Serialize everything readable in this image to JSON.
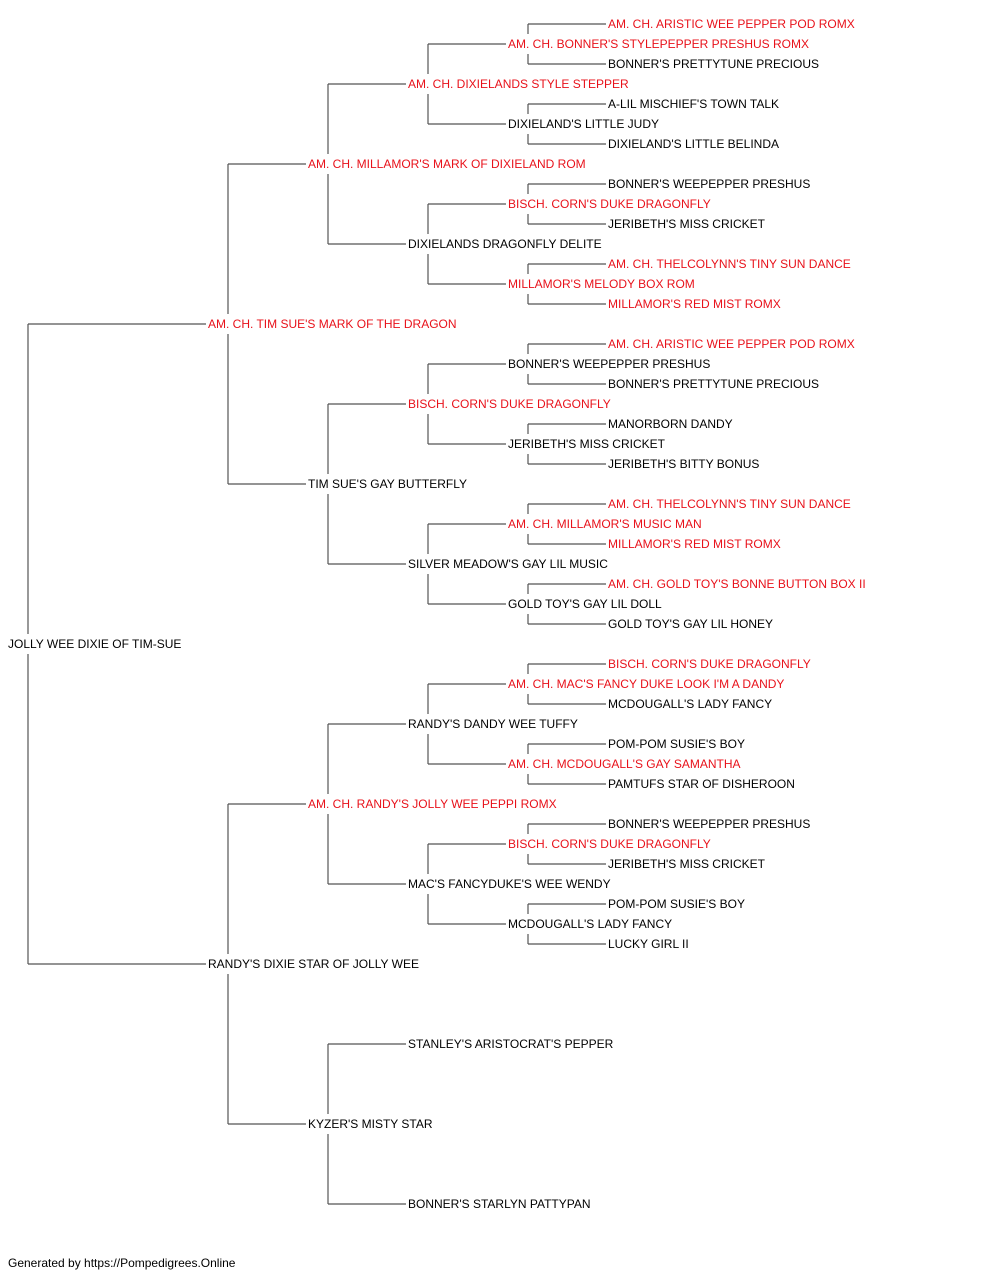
{
  "colors": {
    "champion": "#e8111a",
    "normal": "#000000",
    "line": "#555555"
  },
  "pedigree": {
    "name": "JOLLY WEE DIXIE OF TIM-SUE",
    "champion": false,
    "sire": {
      "name": "AM. CH. TIM SUE'S MARK OF THE DRAGON",
      "champion": true,
      "sire": {
        "name": "AM. CH. MILLAMOR'S MARK OF DIXIELAND ROM",
        "champion": true,
        "sire": {
          "name": "AM. CH. DIXIELANDS STYLE STEPPER",
          "champion": true,
          "sire": {
            "name": "AM. CH. BONNER'S STYLEPEPPER PRESHUS ROMX",
            "champion": true,
            "sire": {
              "name": "AM. CH. ARISTIC WEE PEPPER POD ROMX",
              "champion": true
            },
            "dam": {
              "name": "BONNER'S PRETTYTUNE PRECIOUS",
              "champion": false
            }
          },
          "dam": {
            "name": "DIXIELAND'S LITTLE JUDY",
            "champion": false,
            "sire": {
              "name": "A-LIL MISCHIEF'S TOWN TALK",
              "champion": false
            },
            "dam": {
              "name": "DIXIELAND'S LITTLE BELINDA",
              "champion": false
            }
          }
        },
        "dam": {
          "name": "DIXIELANDS DRAGONFLY DELITE",
          "champion": false,
          "sire": {
            "name": "BISCH. CORN'S DUKE DRAGONFLY",
            "champion": true,
            "sire": {
              "name": "BONNER'S WEEPEPPER PRESHUS",
              "champion": false
            },
            "dam": {
              "name": "JERIBETH'S MISS CRICKET",
              "champion": false
            }
          },
          "dam": {
            "name": "MILLAMOR'S MELODY BOX ROM",
            "champion": true,
            "sire": {
              "name": "AM. CH. THELCOLYNN'S TINY SUN DANCE",
              "champion": true
            },
            "dam": {
              "name": "MILLAMOR'S RED MIST ROMX",
              "champion": true
            }
          }
        }
      },
      "dam": {
        "name": "TIM SUE'S GAY BUTTERFLY",
        "champion": false,
        "sire": {
          "name": "BISCH. CORN'S DUKE DRAGONFLY",
          "champion": true,
          "sire": {
            "name": "BONNER'S WEEPEPPER PRESHUS",
            "champion": false,
            "sire": {
              "name": "AM. CH. ARISTIC WEE PEPPER POD ROMX",
              "champion": true
            },
            "dam": {
              "name": "BONNER'S PRETTYTUNE PRECIOUS",
              "champion": false
            }
          },
          "dam": {
            "name": "JERIBETH'S MISS CRICKET",
            "champion": false,
            "sire": {
              "name": "MANORBORN DANDY",
              "champion": false
            },
            "dam": {
              "name": "JERIBETH'S BITTY BONUS",
              "champion": false
            }
          }
        },
        "dam": {
          "name": "SILVER MEADOW'S GAY LIL MUSIC",
          "champion": false,
          "sire": {
            "name": "AM. CH. MILLAMOR'S MUSIC MAN",
            "champion": true,
            "sire": {
              "name": "AM. CH. THELCOLYNN'S TINY SUN DANCE",
              "champion": true
            },
            "dam": {
              "name": "MILLAMOR'S RED MIST ROMX",
              "champion": true
            }
          },
          "dam": {
            "name": "GOLD TOY'S GAY LIL DOLL",
            "champion": false,
            "sire": {
              "name": "AM. CH. GOLD TOY'S BONNE BUTTON BOX II",
              "champion": true
            },
            "dam": {
              "name": "GOLD TOY'S GAY LIL HONEY",
              "champion": false
            }
          }
        }
      }
    },
    "dam": {
      "name": "RANDY'S DIXIE STAR OF JOLLY WEE",
      "champion": false,
      "sire": {
        "name": "AM. CH. RANDY'S JOLLY WEE PEPPI ROMX",
        "champion": true,
        "sire": {
          "name": "RANDY'S DANDY WEE TUFFY",
          "champion": false,
          "sire": {
            "name": "AM. CH. MAC'S FANCY DUKE LOOK I'M A DANDY",
            "champion": true,
            "sire": {
              "name": "BISCH. CORN'S DUKE DRAGONFLY",
              "champion": true
            },
            "dam": {
              "name": "MCDOUGALL'S LADY FANCY",
              "champion": false
            }
          },
          "dam": {
            "name": "AM. CH. MCDOUGALL'S GAY SAMANTHA",
            "champion": true,
            "sire": {
              "name": "POM-POM SUSIE'S BOY",
              "champion": false
            },
            "dam": {
              "name": "PAMTUFS STAR OF DISHEROON",
              "champion": false
            }
          }
        },
        "dam": {
          "name": "MAC'S FANCYDUKE'S WEE WENDY",
          "champion": false,
          "sire": {
            "name": "BISCH. CORN'S DUKE DRAGONFLY",
            "champion": true,
            "sire": {
              "name": "BONNER'S WEEPEPPER PRESHUS",
              "champion": false
            },
            "dam": {
              "name": "JERIBETH'S MISS CRICKET",
              "champion": false
            }
          },
          "dam": {
            "name": "MCDOUGALL'S LADY FANCY",
            "champion": false,
            "sire": {
              "name": "POM-POM SUSIE'S BOY",
              "champion": false
            },
            "dam": {
              "name": "LUCKY GIRL II",
              "champion": false
            }
          }
        }
      },
      "dam": {
        "name": "KYZER'S MISTY STAR",
        "champion": false,
        "sire": {
          "name": "STANLEY'S ARISTOCRAT'S PEPPER",
          "champion": false
        },
        "dam": {
          "name": "BONNER'S STARLYN PATTYPAN",
          "champion": false
        }
      }
    }
  },
  "footer": "Generated by https://Pompedigrees.Online"
}
